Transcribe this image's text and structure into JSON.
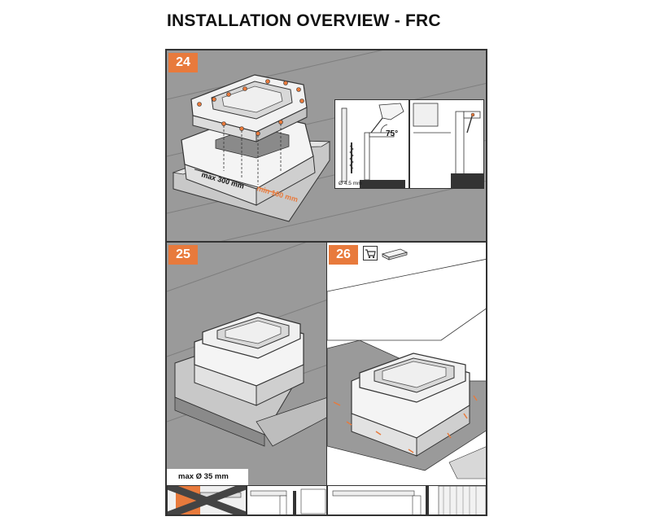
{
  "title": "INSTALLATION OVERVIEW - FRC",
  "steps": {
    "s24": {
      "number": "24",
      "max_spacing": "max 300 mm",
      "min_edge": "min 100 mm",
      "angle": "75°",
      "drill": "Ø 4.5 mm"
    },
    "s25": {
      "number": "25",
      "max_diameter": "max Ø 35 mm"
    },
    "s26": {
      "number": "26"
    }
  },
  "colors": {
    "accent": "#e87a3c",
    "roof": "#9a9a9a",
    "frame": "#f2f2f2",
    "glass": "#d8d8d8",
    "outline": "#333333"
  },
  "icons": [
    "cart-icon",
    "timber-batten-icon",
    "screw-icon",
    "drill-bit-icon",
    "drill-icon"
  ]
}
